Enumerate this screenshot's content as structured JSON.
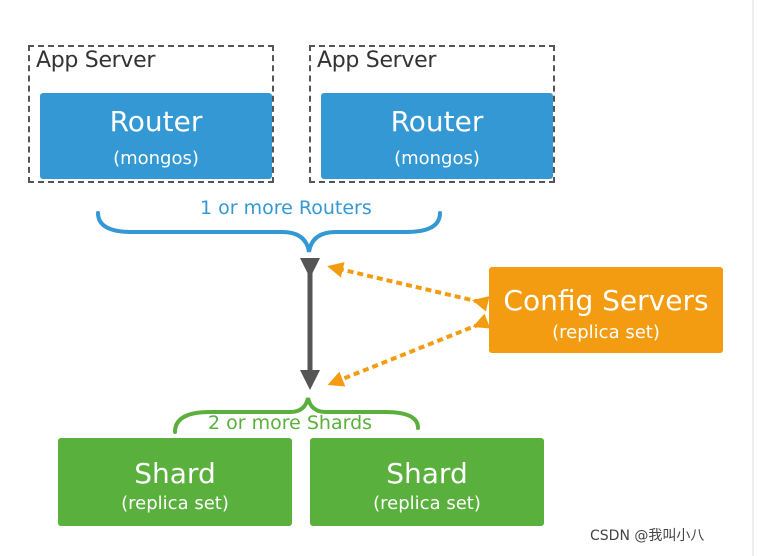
{
  "app_servers": [
    {
      "label": "App Server",
      "router_title": "Router",
      "router_sub": "(mongos)"
    },
    {
      "label": "App Server",
      "router_title": "Router",
      "router_sub": "(mongos)"
    }
  ],
  "routers_brace_label": "1 or more Routers",
  "config": {
    "title": "Config Servers",
    "sub": "(replica set)"
  },
  "shards_brace_label": "2 or more Shards",
  "shards": [
    {
      "title": "Shard",
      "sub": "(replica set)"
    },
    {
      "title": "Shard",
      "sub": "(replica set)"
    }
  ],
  "watermark": "CSDN @我叫小八",
  "colors": {
    "router": "#3398d3",
    "config": "#f39c12",
    "shard": "#5ab03c",
    "arrow": "#555555",
    "dashed_border": "#555555"
  }
}
